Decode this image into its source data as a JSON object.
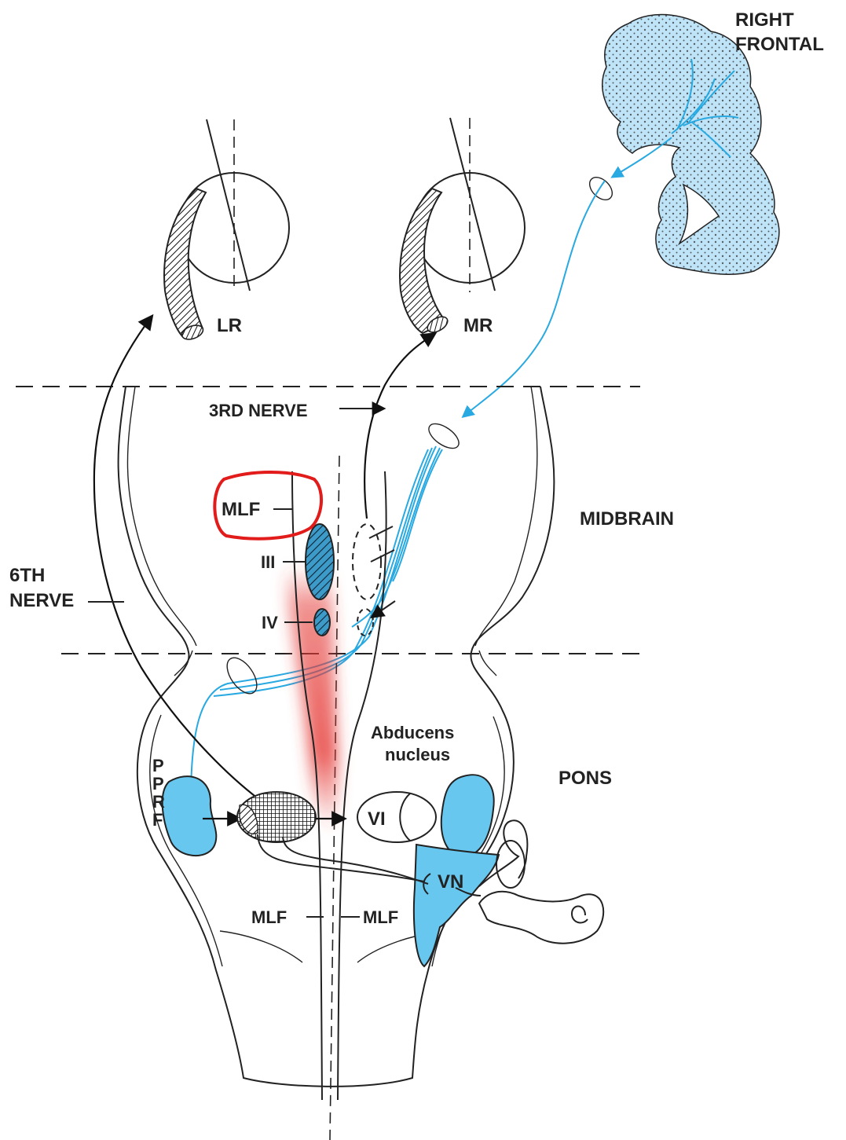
{
  "labels": {
    "right_frontal_1": "RIGHT",
    "right_frontal_2": "FRONTAL",
    "lr": "LR",
    "mr": "MR",
    "third_nerve": "3RD NERVE",
    "midbrain": "MIDBRAIN",
    "mlf_circled": "MLF",
    "nucleus_iii": "III",
    "nucleus_iv": "IV",
    "sixth_nerve_1": "6TH",
    "sixth_nerve_2": "NERVE",
    "abducens_1": "Abducens",
    "abducens_2": "nucleus",
    "pons": "PONS",
    "pprf": [
      "P",
      "P",
      "R",
      "F"
    ],
    "nucleus_vi": "VI",
    "vn": "VN",
    "mlf_left": "MLF",
    "mlf_right": "MLF"
  },
  "colors": {
    "pathway_blue": "#29a9e1",
    "nucleus_blue": "#67c7ef",
    "cortex_blue": "#bfe4f7",
    "highlight_red": "#e53935",
    "circle_red": "#e21b1b",
    "ink": "#222222"
  }
}
